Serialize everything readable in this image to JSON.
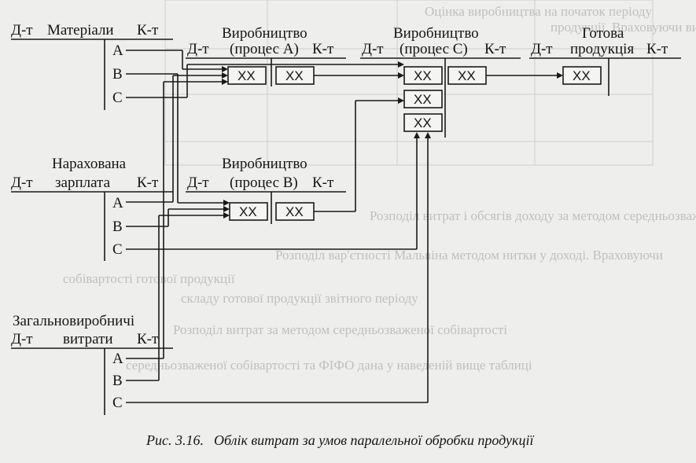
{
  "accounts": {
    "materials": {
      "dt": "Д-т",
      "name": "Матеріали",
      "kt": "К-т",
      "rows": [
        "A",
        "B",
        "C"
      ]
    },
    "wages": {
      "name_line1": "Нарахована",
      "dt": "Д-т",
      "name": "зарплата",
      "kt": "К-т",
      "rows": [
        "A",
        "B",
        "C"
      ]
    },
    "overheads": {
      "name_line1": "Загальновиробничі",
      "dt": "Д-т",
      "name": "витрати",
      "kt": "К-т",
      "rows": [
        "A",
        "B",
        "C"
      ]
    },
    "prod_a": {
      "name_line1": "Виробництво",
      "dt": "Д-т",
      "name": "(процес А)",
      "kt": "К-т"
    },
    "prod_b": {
      "name_line1": "Виробництво",
      "dt": "Д-т",
      "name": "(процес В)",
      "kt": "К-т"
    },
    "prod_c": {
      "name_line1": "Виробництво",
      "dt": "Д-т",
      "name": "(процес С)",
      "kt": "К-т"
    },
    "finished": {
      "name_line1": "Готова",
      "dt": "Д-т",
      "name": "продукція",
      "kt": "К-т"
    }
  },
  "box_label": "XX",
  "caption": {
    "number": "Рис. 3.16.",
    "text": "Облік витрат за умов паралельної обробки продукції"
  },
  "background_text": [
    "Розподіл вар'єтності Мальвіна методом нитки у доході. Враховуючи",
    "продукції. Враховуючи витрати",
    "Розподіл витрат і обсягів доходу за методом середньозваженої",
    "Оцінка виробництва на початок періоду",
    "собівартості готової продукції",
    "складу готової продукції звітного періоду",
    "Розподіл витрат за методом середньозваженої собівартості",
    "середньозваженої собівартості та ФІФО дана у наведеній вище таблиці"
  ]
}
